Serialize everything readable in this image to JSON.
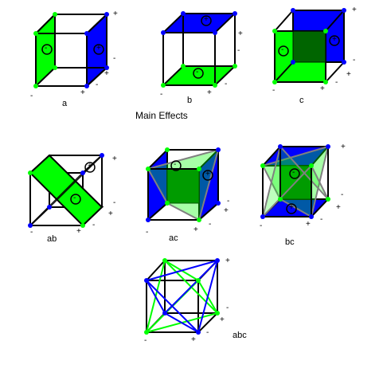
{
  "heading": "Main Effects",
  "colors": {
    "green": "#00ff00",
    "blue": "#0000ff",
    "dark_green": "#006600",
    "gray": "#808080",
    "edge": "#000000"
  },
  "signs": {
    "plus": "+",
    "minus": "-"
  },
  "panels": {
    "a": {
      "label": "a",
      "symbol": "-",
      "symbol2": "+"
    },
    "b": {
      "label": "b",
      "symbol": "+",
      "symbol2": "-"
    },
    "c": {
      "label": "c",
      "symbol": "-",
      "symbol2": "+"
    },
    "ab": {
      "label": "ab"
    },
    "ac": {
      "label": "ac"
    },
    "bc": {
      "label": "bc"
    },
    "abc": {
      "label": "abc"
    }
  }
}
